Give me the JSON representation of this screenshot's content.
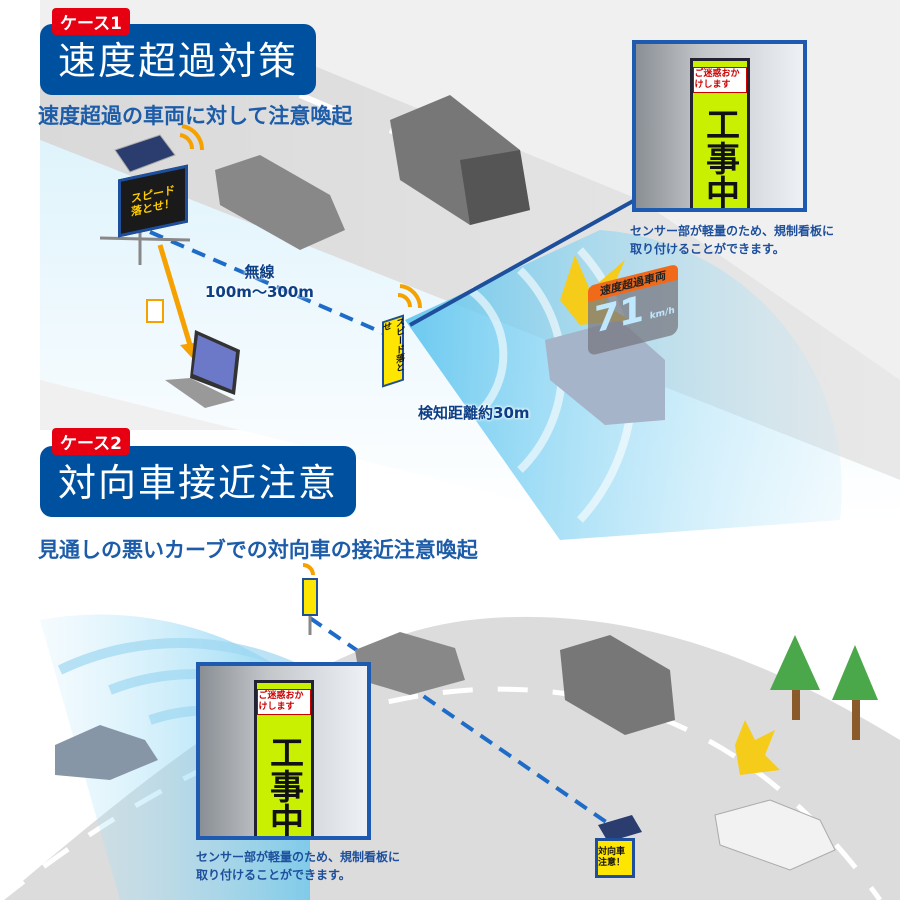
{
  "case1": {
    "tag": "ケース1",
    "title": "速度超過対策",
    "subtitle": "速度超過の車両に対して注意喚起",
    "wireless_label": "無線",
    "wireless_range": "100m〜300m",
    "detect_distance": "検知距離約30m",
    "caption_line1": "センサー部が軽量のため、規制看板に",
    "caption_line2": "取り付けることができます。",
    "led_sign_line1": "スピード",
    "led_sign_line2": "落とせ！",
    "stand_sign": "スピード落とせ",
    "speed_display_header": "速度超過車両",
    "speed_value": "71",
    "speed_unit": "km/h",
    "photo_board_text": "工事中",
    "photo_board_small": "ご迷惑おかけします"
  },
  "case2": {
    "tag": "ケース2",
    "title": "対向車接近注意",
    "subtitle": "見通しの悪いカーブでの対向車の接近注意喚起",
    "caption_line1": "センサー部が軽量のため、規制看板に",
    "caption_line2": "取り付けることができます。",
    "led_sign_text": "対向車注意！",
    "photo_board_text": "工事中",
    "photo_board_small": "ご迷惑おかけします"
  },
  "colors": {
    "brand_blue": "#0050a0",
    "tag_red": "#e60012",
    "sign_yellow": "#ffe600",
    "wave_orange": "#f5a100"
  }
}
